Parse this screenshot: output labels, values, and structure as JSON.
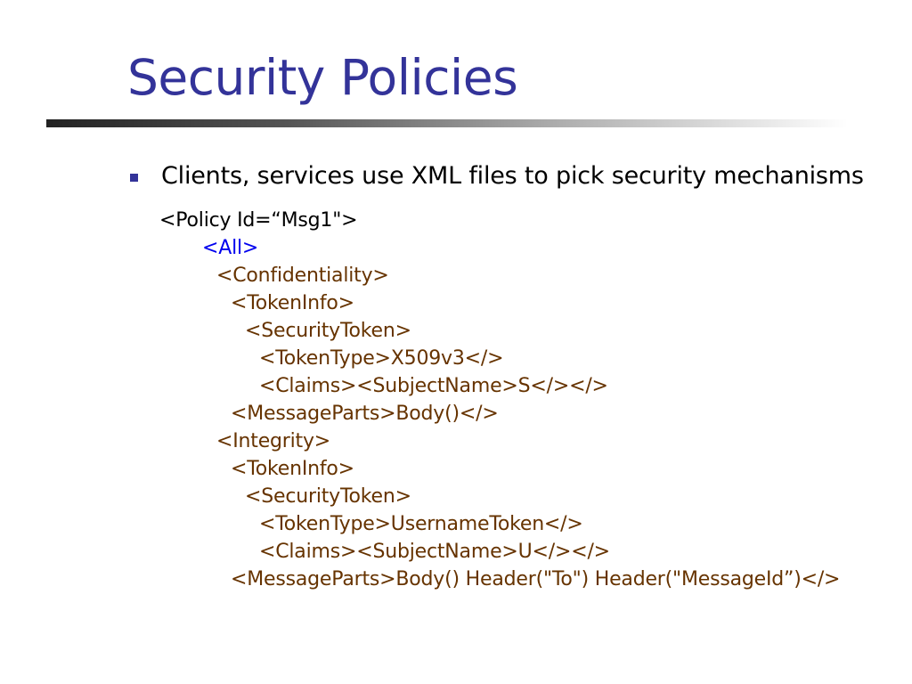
{
  "title": "Security Policies",
  "bullet": "Clients, services use XML files to pick security mechanisms",
  "code": [
    "<Policy Id=“Msg1\">",
    "<All>",
    "<Confidentiality>",
    "<TokenInfo>",
    "<SecurityToken>",
    "<TokenType>X509v3</>",
    "<Claims><SubjectName>S</></>",
    "<MessageParts>Body()</>",
    "<Integrity>",
    "<TokenInfo>",
    "<SecurityToken>",
    "<TokenType>UsernameToken</>",
    "<Claims><SubjectName>U</></>",
    "<MessageParts>Body() Header(\"To\") Header(\"MessageId”)</>"
  ],
  "colors": {
    "title": "#333399",
    "bullet_marker": "#333399",
    "code_policy": "#000000",
    "code_all": "#0000ee",
    "code_body": "#663300"
  }
}
